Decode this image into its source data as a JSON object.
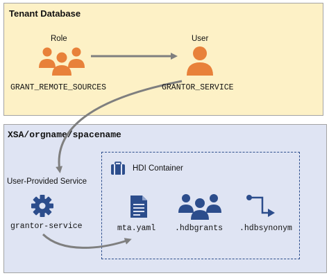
{
  "tenant": {
    "title": "Tenant Database"
  },
  "role": {
    "label": "Role",
    "name": "GRANT_REMOTE_SOURCES",
    "icon": "group-icon"
  },
  "user": {
    "label": "User",
    "name": "GRANTOR_SERVICE",
    "icon": "user-icon"
  },
  "xsa": {
    "title": "XSA/orgname/spacename"
  },
  "ups": {
    "label": "User-Provided Service",
    "name": "grantor-service",
    "icon": "gear-icon"
  },
  "hdi": {
    "title": "HDI Container",
    "icon": "briefcase-icon",
    "files": [
      {
        "name": "mta.yaml",
        "icon": "document-icon"
      },
      {
        "name": ".hdbgrants",
        "icon": "group-icon"
      },
      {
        "name": ".hdbsynonym",
        "icon": "link-arrow-icon"
      }
    ]
  },
  "colors": {
    "tenant_bg": "#fdf1c6",
    "xsa_bg": "#dfe4f3",
    "orange": "#e8813a",
    "blue": "#2c4d8c",
    "arrow": "#7f7f7f"
  }
}
